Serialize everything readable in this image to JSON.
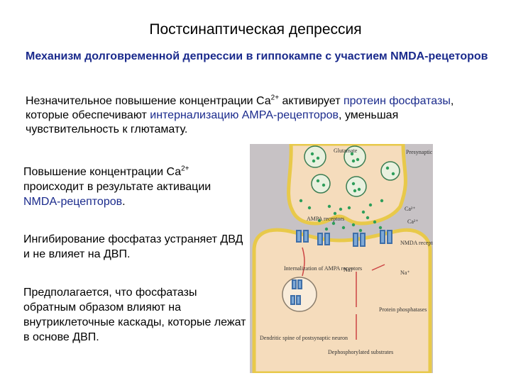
{
  "title": "Постсинаптическая депрессия",
  "subtitle": "Механизм долговременной депрессии в гиппокампе с участием NMDA-рецеторов",
  "intro": {
    "part1": "Незначительное повышение концентрации Са",
    "sup": "2+",
    "part2": " активирует ",
    "link1": "протеин фосфатазы",
    "part3": ", которые обеспечивают ",
    "link2": "интернализацию АМРА-рецепторов",
    "part4": ", уменьшая чувствительность к глютамату."
  },
  "blocks": {
    "b1_part1": "Повышение концентрации Са",
    "b1_sup": "2+",
    "b1_part2": " происходит в результате активации ",
    "b1_link": "NMDA-рецепторов",
    "b1_part3": ".",
    "b2": "Ингибирование фосфатаз устраняет ДВД и не влияет на ДВП.",
    "b3": "Предполагается, что фосфатазы обратным образом влияют на внутриклеточные каскады, которые лежат в основе ДВП."
  },
  "figure": {
    "glutamate": "Glutamate",
    "presynaptic": "Presynaptic terminal",
    "ampa": "AMPA receptors",
    "ca1": "Ca²⁺",
    "ca2": "Ca²⁺",
    "nmda": "NMDA receptor",
    "internalization": "Internalization of AMPA receptors",
    "na1": "Na⁺",
    "na2": "Na⁺",
    "protein_phosphatase": "Protein phosphatases",
    "dendritic": "Dendritic spine of postsynaptic neuron",
    "dephospho": "Dephosphorylated substrates",
    "colors": {
      "fill": "#f5dcbc",
      "border": "#e8c94a",
      "vesicle": "#2e9e5a",
      "receptor": "#5b8fc7"
    }
  }
}
